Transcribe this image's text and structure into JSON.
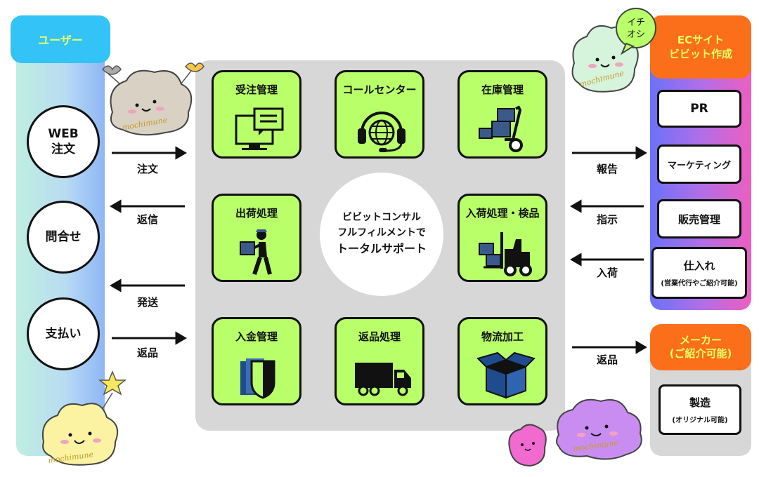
{
  "user": {
    "title": "ユーザー",
    "nodes": [
      "WEB\n注文",
      "問合せ",
      "支払い"
    ]
  },
  "center": {
    "services": [
      "受注管理",
      "コールセンター",
      "在庫管理",
      "出荷処理",
      "入荷処理・検品",
      "入金管理",
      "返品処理",
      "物流加工"
    ],
    "circle": [
      "ビビットコンサル",
      "フルフィルメントで",
      "トータルサポート"
    ]
  },
  "left_arrows": [
    "注文",
    "返信",
    "発送",
    "返品"
  ],
  "right_arrows": [
    "報告",
    "指示",
    "入荷",
    "返品"
  ],
  "ec": {
    "title_line1": "ECサイト",
    "title_line2": "ビビット作成",
    "items": [
      "PR",
      "マーケティング",
      "販売管理"
    ],
    "stock": {
      "label": "仕入れ",
      "sub": "(営業代行やご紹介可能)"
    }
  },
  "maker": {
    "title_line1": "メーカー",
    "title_line2": "(ご紹介可能)",
    "item": {
      "label": "製造",
      "sub": "(オリジナル可能)"
    }
  },
  "mascot": {
    "logo_text": "mochimune",
    "badge": [
      "イチ",
      "オシ"
    ]
  }
}
